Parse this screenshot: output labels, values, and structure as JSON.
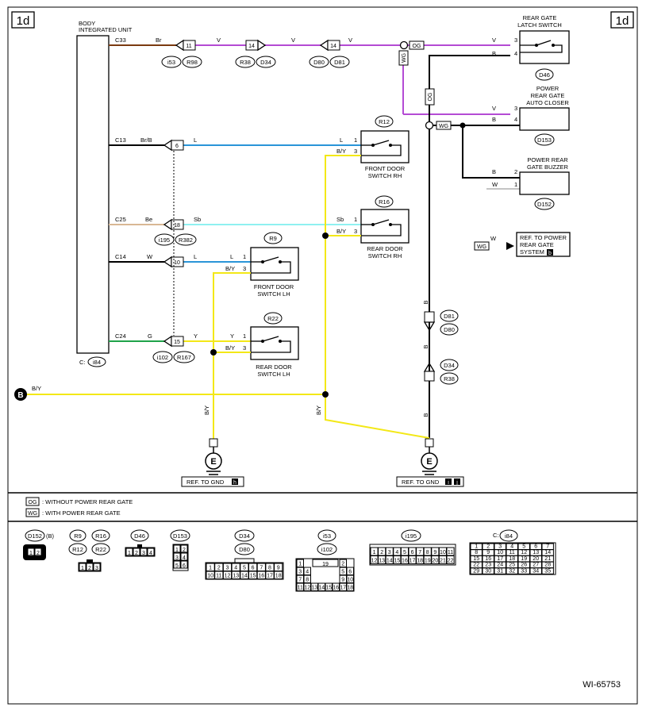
{
  "page": {
    "tag_left": "1d",
    "tag_right": "1d",
    "doc_id": "WI-65753"
  },
  "colors": {
    "Br": "#7b3a10",
    "V": "#b44bd4",
    "L": "#2a95d8",
    "Sb": "#8ff0f0",
    "Be": "#d9b894",
    "G": "#1fa34a",
    "BY": "#f3e817",
    "B": "#000000",
    "W": "#ffffff"
  },
  "body_unit": {
    "name_line1": "BODY",
    "name_line2": "INTEGRATED UNIT",
    "footer_prefix": "C:",
    "footer_id": "i84"
  },
  "wires": {
    "c33": {
      "pin": "C33",
      "color1": "Br",
      "color2": "V",
      "color3": "V",
      "color4": "V",
      "ids": [
        "i53",
        "R98",
        "R38",
        "D34",
        "D80",
        "D81"
      ],
      "pins": [
        "11",
        "14",
        "14"
      ]
    },
    "c13": {
      "pin": "C13",
      "color": "Br/B",
      "color2": "L",
      "conn_pin": "6"
    },
    "c25": {
      "pin": "C25",
      "color": "Be",
      "color2": "Sb",
      "conn_pin": "18",
      "ids": [
        "i195",
        "R382"
      ]
    },
    "c14": {
      "pin": "C14",
      "color": "W",
      "color2": "L",
      "conn_pin": "10"
    },
    "c24": {
      "pin": "C24",
      "color": "G",
      "color2": "Y",
      "conn_pin": "15",
      "ids": [
        "i102",
        "R167"
      ]
    },
    "by_main": "B/Y",
    "b_source": "B",
    "vertical_b": "B"
  },
  "components": {
    "latch": {
      "title_line1": "REAR GATE",
      "title_line2": "LATCH SWITCH",
      "id": "D46",
      "wire1": "V",
      "pin1": "3",
      "wire2": "B",
      "pin2": "4"
    },
    "closer": {
      "title_line1": "POWER",
      "title_line2": "REAR GATE",
      "title_line3": "AUTO CLOSER",
      "id": "D153",
      "wire1": "V",
      "pin1": "3",
      "wire2": "B",
      "pin2": "4"
    },
    "buzzer": {
      "title_line1": "POWER REAR",
      "title_line2": "GATE BUZZER",
      "id": "D152",
      "wire1": "B",
      "pin1": "2",
      "wire2": "W",
      "pin2": "1"
    },
    "front_rh": {
      "id": "R12",
      "name_line1": "FRONT DOOR",
      "name_line2": "SWITCH RH",
      "wire1": "L",
      "pin1": "1",
      "wire2": "B/Y",
      "pin2": "3"
    },
    "rear_rh": {
      "id": "R16",
      "name_line1": "REAR DOOR",
      "name_line2": "SWITCH RH",
      "wire1": "Sb",
      "pin1": "1",
      "wire2": "B/Y",
      "pin2": "3"
    },
    "front_lh": {
      "id": "R9",
      "name_line1": "FRONT DOOR",
      "name_line2": "SWITCH LH",
      "wire1": "L",
      "pin1": "1",
      "wire2": "B/Y",
      "pin2": "3"
    },
    "rear_lh": {
      "id": "R22",
      "name_line1": "REAR DOOR",
      "name_line2": "SWITCH LH",
      "wire1": "Y",
      "pin1": "1",
      "wire2": "B/Y",
      "pin2": "3"
    }
  },
  "tags": {
    "og": "OG",
    "wg": "WG",
    "wg_ref_wire": "W"
  },
  "vertical_conns": {
    "d81": "D81",
    "d80": "D80",
    "d34": "D34",
    "r38": "R38"
  },
  "ref_power": {
    "line1": "REF. TO POWER",
    "line2": "REAR GATE",
    "line3": "SYSTEM",
    "badge": "b"
  },
  "grounds": {
    "left_label": "REF. TO GND",
    "left_badge": "h",
    "right_label": "REF. TO GND",
    "right_badge1": "i",
    "right_badge2": "j",
    "wire_left": "B/Y",
    "wire_right": "B/Y",
    "wire_right_b": "B",
    "ground_letter": "E"
  },
  "legend": [
    {
      "code": "OG",
      "text": ": WITHOUT POWER REAR GATE"
    },
    {
      "code": "WG",
      "text": ": WITH POWER REAR GATE"
    }
  ],
  "connector_views": {
    "d152": {
      "id": "D152",
      "suffix": "(B)",
      "pins": [
        "1",
        "2"
      ]
    },
    "r_group": {
      "ids": [
        "R9",
        "R16",
        "R12",
        "R22"
      ],
      "pins": [
        "1",
        "2",
        "3"
      ]
    },
    "d46": {
      "id": "D46",
      "pins": [
        "1",
        "2",
        "3",
        "4"
      ]
    },
    "d153": {
      "id": "D153",
      "pins": [
        "1",
        "2",
        "3",
        "4",
        "5",
        "6"
      ]
    },
    "d34": {
      "ids": [
        "D34",
        "D80"
      ],
      "pins": [
        "1",
        "2",
        "3",
        "4",
        "5",
        "6",
        "7",
        "8",
        "9",
        "10",
        "11",
        "12",
        "13",
        "14",
        "15",
        "16",
        "17",
        "18"
      ]
    },
    "i53": {
      "ids": [
        "i53",
        "i102"
      ],
      "pins": [
        "1",
        "2",
        "3",
        "4",
        "5",
        "6",
        "7",
        "8",
        "9",
        "10",
        "11",
        "12",
        "13",
        "14",
        "15",
        "16",
        "17",
        "18",
        "19"
      ]
    },
    "i195": {
      "id": "i195",
      "pins": [
        "1",
        "2",
        "3",
        "4",
        "5",
        "6",
        "7",
        "8",
        "9",
        "10",
        "11",
        "12",
        "13",
        "14",
        "15",
        "16",
        "17",
        "18",
        "19",
        "20",
        "21",
        "22"
      ]
    },
    "i84": {
      "prefix": "C:",
      "id": "i84",
      "pins": [
        "1",
        "2",
        "3",
        "4",
        "5",
        "6",
        "7",
        "8",
        "9",
        "10",
        "11",
        "12",
        "13",
        "14",
        "15",
        "16",
        "17",
        "18",
        "19",
        "20",
        "21",
        "22",
        "23",
        "24",
        "25",
        "26",
        "27",
        "28",
        "29",
        "30",
        "31",
        "32",
        "33",
        "34",
        "35"
      ]
    }
  }
}
